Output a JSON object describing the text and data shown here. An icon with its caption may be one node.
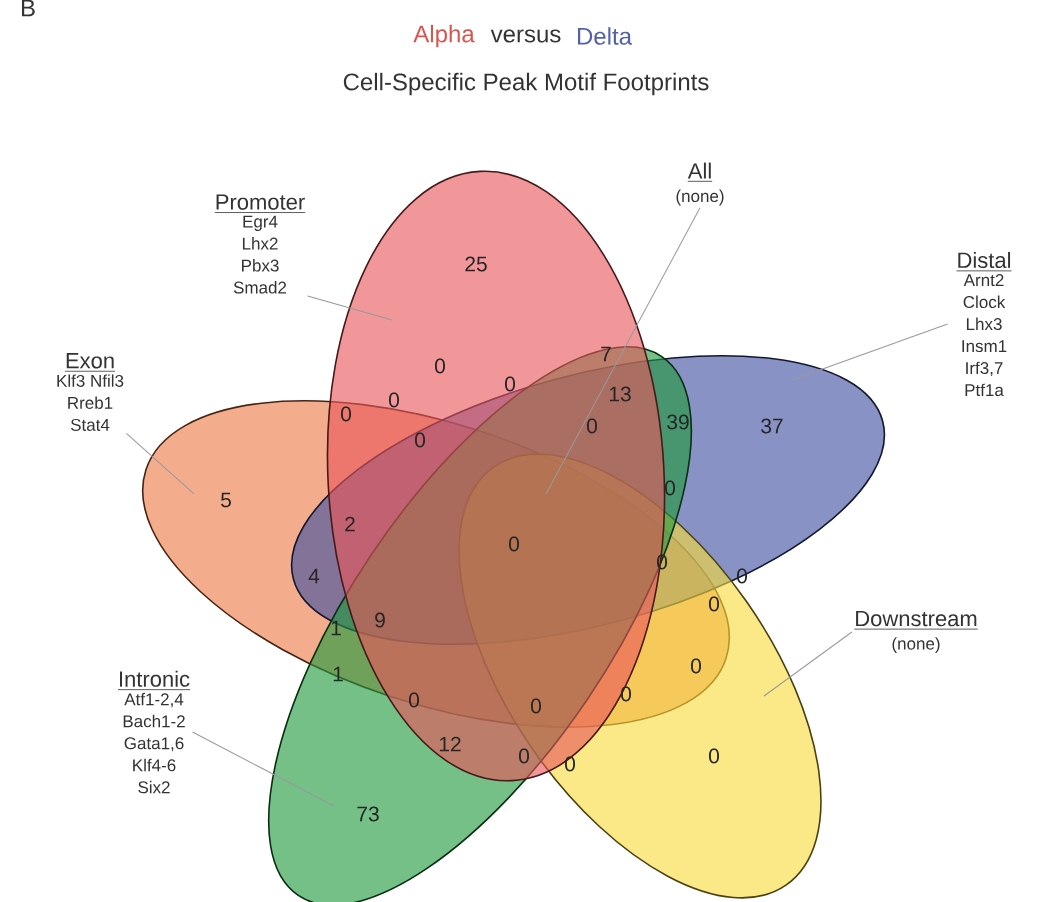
{
  "diagram": {
    "title": "Cell-Specific Peak Motif Footprints",
    "nodes": [
      {
        "text": [
          "Promoter",
          "Egr4 Lhx2 Pbx3 Smad2"
        ]
      },
      {
        "text": [
          "All",
          "(none)"
        ]
      },
      {
        "text": [
          "Distal",
          "Arnt2 Clock Lhx3 Insm1 Irf3,7 Ptf1a"
        ]
      },
      {
        "text": [
          "Exon",
          "Klf3 Nfil3 Rreb1 Stat4"
        ]
      },
      {
        "text": [
          "Intronic",
          "Atf1-2,4 Bach1-2 Gata1,6 Klf4-6 Six2"
        ]
      },
      {
        "text": [
          "Downstream",
          "(none)"
        ]
      },
      {
        "text": [],
        "shape": "ellipse"
      },
      {
        "text": [],
        "shape": "ellipse"
      },
      {
        "text": [],
        "shape": "ellipse"
      },
      {
        "text": [],
        "shape": "ellipse"
      },
      {
        "text": [],
        "shape": "ellipse"
      }
    ],
    "edges": [
      {
        "from": 0,
        "to": 6,
        "arrow": "none"
      },
      {
        "from": 1,
        "to": 7,
        "arrow": "none"
      },
      {
        "from": 2,
        "to": 7,
        "arrow": "none"
      },
      {
        "from": 3,
        "to": 8,
        "arrow": "none"
      },
      {
        "from": 4,
        "to": 9,
        "arrow": "none"
      },
      {
        "from": 5,
        "to": 10,
        "arrow": "none"
      }
    ],
    "labels": [
      "B",
      "Alpha",
      "versus",
      "Delta",
      "25",
      "0",
      "0",
      "7",
      "0",
      "0",
      "0",
      "0",
      "13",
      "39",
      "37",
      "5",
      "0",
      "2",
      "0",
      "4",
      "0",
      "0",
      "0",
      "1",
      "9",
      "1",
      "0",
      "0",
      "0",
      "0",
      "12",
      "0",
      "0",
      "0",
      "73"
    ]
  }
}
